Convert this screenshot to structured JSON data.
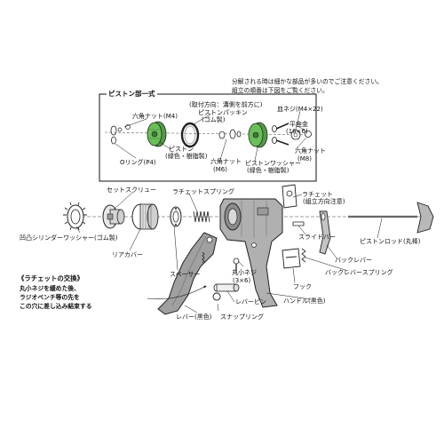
{
  "top_note": {
    "line1": "分解される時は細かな部品が多いのでご注意ください。",
    "line2": "組立の順番は下図をご覧ください。"
  },
  "piston_section": {
    "title": "ピストン部一式",
    "labels": {
      "direction_note": "(取付方向：溝側を前方に)",
      "piston_packing": "ピストンパッキン",
      "piston_packing_sub": "(ゴム製)",
      "hex_nut_m4": "六角ナット(M4)",
      "pan_screw": "皿ネジ(M4×22)",
      "flat_washer": "平座金",
      "flat_washer_size": "(16×6)",
      "o_ring": "Oリング(P4)",
      "piston": "ピストン",
      "piston_sub": "(緑色・樹脂製)",
      "hex_nut_m6": "六角ナット",
      "hex_nut_m6_size": "(M6)",
      "piston_washer": "ピストンワッシャー",
      "piston_washer_sub": "(緑色・樹脂製)",
      "hex_nut_m8": "六角ナット",
      "hex_nut_m8_size": "(M8)"
    }
  },
  "main_labels": {
    "set_screw": "セットスクリュー",
    "ratchet_spring": "ラチェットスプリング",
    "ratchet": "ラチェット",
    "ratchet_note": "(組立方向注意)",
    "slide_bar": "スライドバー",
    "piston_rod": "ピストンロッド(丸棒)",
    "concave_washer": "凹凸シリンダーワッシャー(ゴム製)",
    "rear_cover": "リアカバー",
    "back_lever": "バックレバー",
    "back_lever_spring": "バックレバースプリング",
    "spacer": "スペーサー",
    "round_screw": "丸小ネジ",
    "round_screw_size": "(3×6)",
    "hook": "フック",
    "lever_pin": "レバーピン",
    "handle": "ハンドル(黒色)",
    "lever": "レバー(黒色)",
    "snap_ring": "スナップリング"
  },
  "ratchet_callout": {
    "title": "《ラチェットの交換》",
    "lines": [
      "丸小ネジを緩めた後、",
      "ラジオペンチ等の先を",
      "この穴に差し込み結束する"
    ]
  },
  "colors": {
    "green_part": "#6bbf59",
    "line": "#222222",
    "gray_part": "#a8a8a8"
  }
}
